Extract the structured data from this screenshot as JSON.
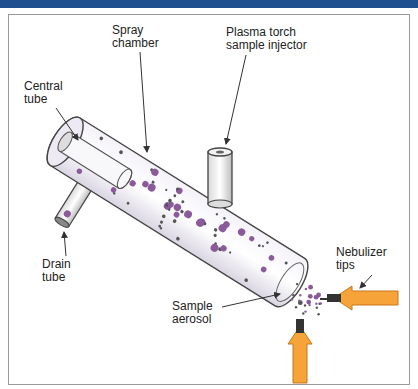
{
  "diagram": {
    "labels": [
      "Spray chamber",
      "Plasma torch sample injector",
      "Central tube",
      "Drain tube",
      "Sample aerosol",
      "Nebulizer tips"
    ]
  }
}
